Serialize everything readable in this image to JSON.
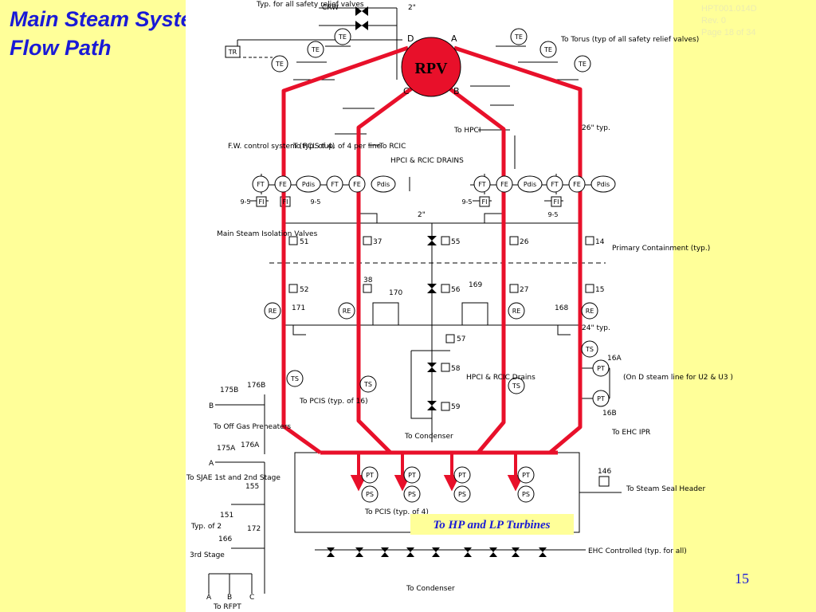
{
  "slide": {
    "title_line1": "Main Steam System",
    "title_line2": "Flow Path",
    "doc_id": "HPT001.014D",
    "rev": "Rev. 0",
    "page_of": "Page 18 of 34",
    "page_number": "15"
  },
  "colors": {
    "accent": "#1a1ad6",
    "background": "#ffff99",
    "steam_line": "#e8102a",
    "doc_ref": "#ececb0"
  },
  "diagram": {
    "rpv": {
      "label": "RPV",
      "line_a": "A",
      "line_b": "B",
      "line_c": "C",
      "line_d": "D"
    },
    "notes": {
      "typ_srv": "Typ. for all safety relief valves",
      "crw": "CRW",
      "two_inch_top": "2\"",
      "to_torus": "To Torus (typ of all safety relief valves)",
      "to_hpci": "To HPCI",
      "to_rcic": "To RCIC",
      "fw_control": "F.W. control system (typ. of 4)",
      "to_pcis_4_per_line": "To PCIS tup. of 4 per line",
      "drains_header": "HPCI & RCIC DRAINS",
      "twentysix_typ": "26\" typ.",
      "two_inch_mid": "2\"",
      "msiv": "Main Steam Isolation Valves",
      "primary_containment": "Primary Containment (typ.)",
      "twentyfour_typ": "24\" typ.",
      "hpci_rcic_drains": "HPCI & RCIC Drains",
      "to_pcis_16": "To PCIS (typ. of 16)",
      "to_condenser_upper": "To Condenser",
      "on_d_steam": "(On D steam line for U2 & U3 )",
      "to_ehc_ipr": "To EHC IPR",
      "to_off_gas": "To Off Gas Preheaters",
      "to_sjae": "To SJAE 1st and 2nd Stage",
      "typ_of_2": "Typ. of 2",
      "third_stage": "3rd Stage",
      "to_pcis_typ4": "To PCIS (typ. of 4)",
      "to_hp_lp": "To HP and LP Turbines",
      "to_steam_seal": "To Steam Seal Header",
      "ehc_controlled": "EHC Controlled (typ. for all)",
      "to_condenser_lower": "To Condenser",
      "to_rfpt": "To RFPT"
    },
    "instruments": {
      "te": "TE",
      "tr": "TR",
      "ft": "FT",
      "fe": "FE",
      "pdis": "Pdis",
      "fi": "FI",
      "re": "RE",
      "ts": "TS",
      "pt": "PT",
      "ps": "PS",
      "loop_9_5": "9-5"
    },
    "valve_numbers": {
      "v51": "51",
      "v37": "37",
      "v55": "55",
      "v26": "26",
      "v14": "14",
      "v52": "52",
      "v38": "38",
      "v170": "170",
      "v56": "56",
      "v169": "169",
      "v27": "27",
      "v15": "15",
      "v171": "171",
      "v168": "168",
      "v57": "57",
      "v58": "58",
      "v59": "59",
      "v16a": "16A",
      "v16b": "16B",
      "v175b": "175B",
      "v176b": "176B",
      "v175a": "175A",
      "v176a": "176A",
      "v155": "155",
      "v151": "151",
      "v166": "166",
      "v172": "172",
      "v146": "146"
    },
    "line_letters": {
      "a": "A",
      "b": "B",
      "c": "C"
    }
  }
}
